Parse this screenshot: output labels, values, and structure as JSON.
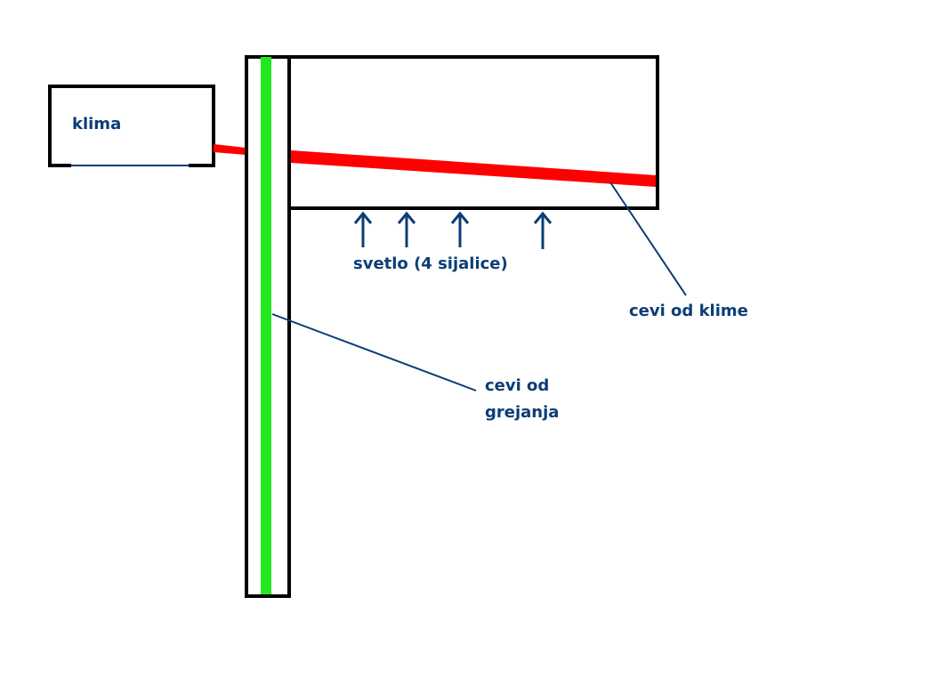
{
  "labels": {
    "klima": "klima",
    "svetlo": "svetlo (4 sijalice)",
    "cevi_klime": "cevi od klime",
    "cevi_grejanja_line1": "cevi od",
    "cevi_grejanja_line2": "grejanja"
  },
  "colors": {
    "outline": "#000000",
    "ac_pipe": "#ff0000",
    "heating_pipe": "#22e822",
    "annotation": "#0b3d77"
  },
  "light_count": 4
}
